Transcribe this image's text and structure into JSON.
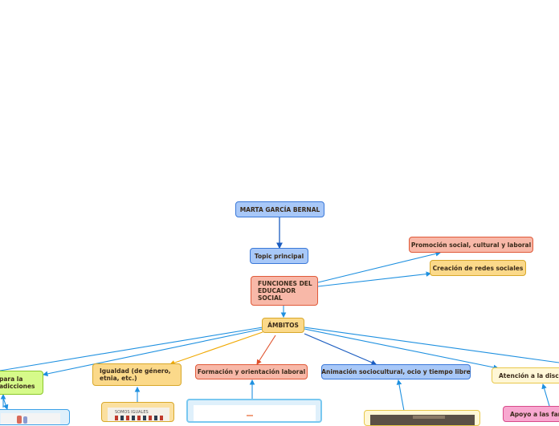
{
  "nodes": {
    "author": "MARTA GARCÍA BERNAL",
    "topic": "Topic principal",
    "funciones": [
      "FUNCIONES DEL",
      "EDUCADOR",
      "SOCIAL"
    ],
    "promocion": "Promoción social, cultural y laboral",
    "redes": "Creación de redes sociales",
    "ambitos": "ÁMBITOS",
    "adicciones": [
      "para la",
      "adicciones"
    ],
    "igualdad": [
      "Igualdad (de género,",
      "etnia, etc.)"
    ],
    "formacion": "Formación y orientación laboral",
    "animacion": "Animación sociocultural, ocio y tiempo libre",
    "discapacidad": "Atención a la discap",
    "familias": "Apoyo a las fam"
  },
  "thumbs": {
    "igualdad_caption": "SOMOS IGUALES"
  },
  "colors": {
    "blue": "#a8c8f8",
    "salmon": "#f8b8a8",
    "yellow": "#fbd98a",
    "green": "#d6fa8a",
    "pink": "#f8a8d0"
  }
}
